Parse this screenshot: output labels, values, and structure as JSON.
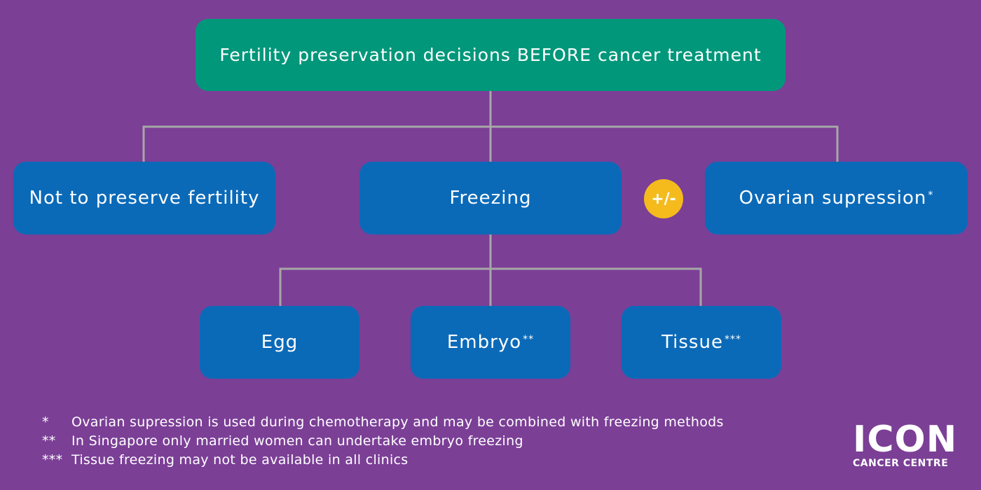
{
  "root": {
    "label": "Fertility preservation decisions BEFORE cancer treatment"
  },
  "level1": {
    "none": {
      "label": "Not to preserve fertility"
    },
    "freezing": {
      "label": "Freezing"
    },
    "combine": {
      "label": "+/-"
    },
    "ovarian": {
      "label": "Ovarian supression",
      "mark": "*"
    }
  },
  "level2": {
    "egg": {
      "label": "Egg"
    },
    "embryo": {
      "label": "Embryo",
      "mark": "**"
    },
    "tissue": {
      "label": "Tissue",
      "mark": "***"
    }
  },
  "footnotes": [
    {
      "mark": "*",
      "text": "Ovarian supression is used during chemotherapy and may be combined with freezing methods"
    },
    {
      "mark": "**",
      "text": "In Singapore only married women can undertake embryo freezing"
    },
    {
      "mark": "***",
      "text": "Tissue freezing may not be available in all clinics"
    }
  ],
  "logo": {
    "word": "ICON",
    "subtitle": "CANCER CENTRE"
  },
  "colors": {
    "background": "#7b3f96",
    "root": "#00977a",
    "node": "#0b6ab8",
    "connector": "#a7a7a7",
    "badge": "#f5bb1d"
  }
}
